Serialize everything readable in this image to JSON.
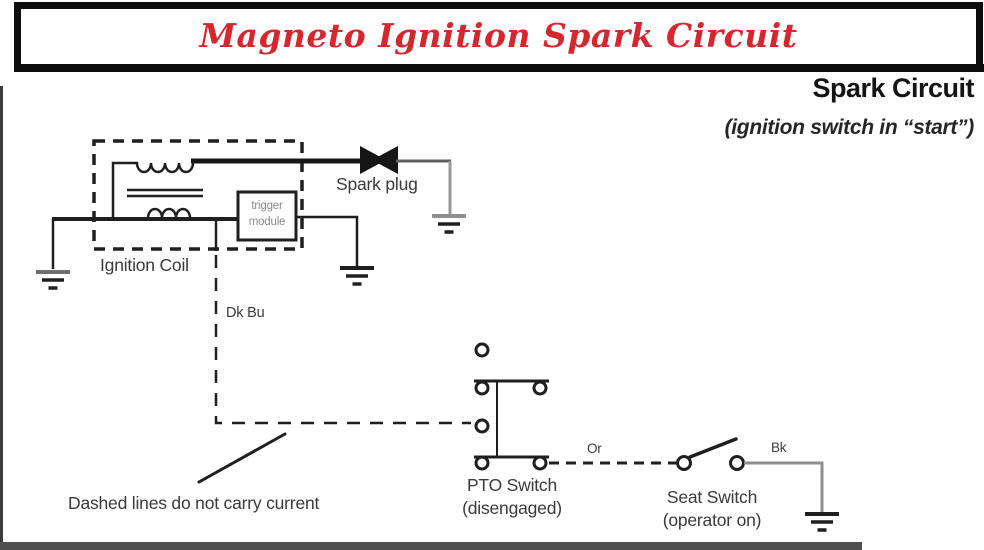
{
  "title_bar": {
    "title": "Magneto Ignition Spark Circuit"
  },
  "heading": {
    "title": "Spark Circuit",
    "subtitle": "(ignition switch in “start”)"
  },
  "diagram": {
    "labels": {
      "spark_plug": "Spark plug",
      "ignition_coil": "Ignition Coil",
      "trigger_module_line1": "trigger",
      "trigger_module_line2": "module",
      "wire_dk_bu": "Dk Bu",
      "wire_or": "Or",
      "wire_bk": "Bk",
      "pto_switch_name": "PTO Switch",
      "pto_switch_state": "(disengaged)",
      "seat_switch_name": "Seat Switch",
      "seat_switch_state": "(operator on)",
      "note": "Dashed lines do not carry current"
    }
  },
  "colors": {
    "title_red": "#d6262e",
    "ink": "#1f1f1f",
    "label_gray": "#3a3a3a",
    "wire_gray": "#8f8f8f"
  }
}
